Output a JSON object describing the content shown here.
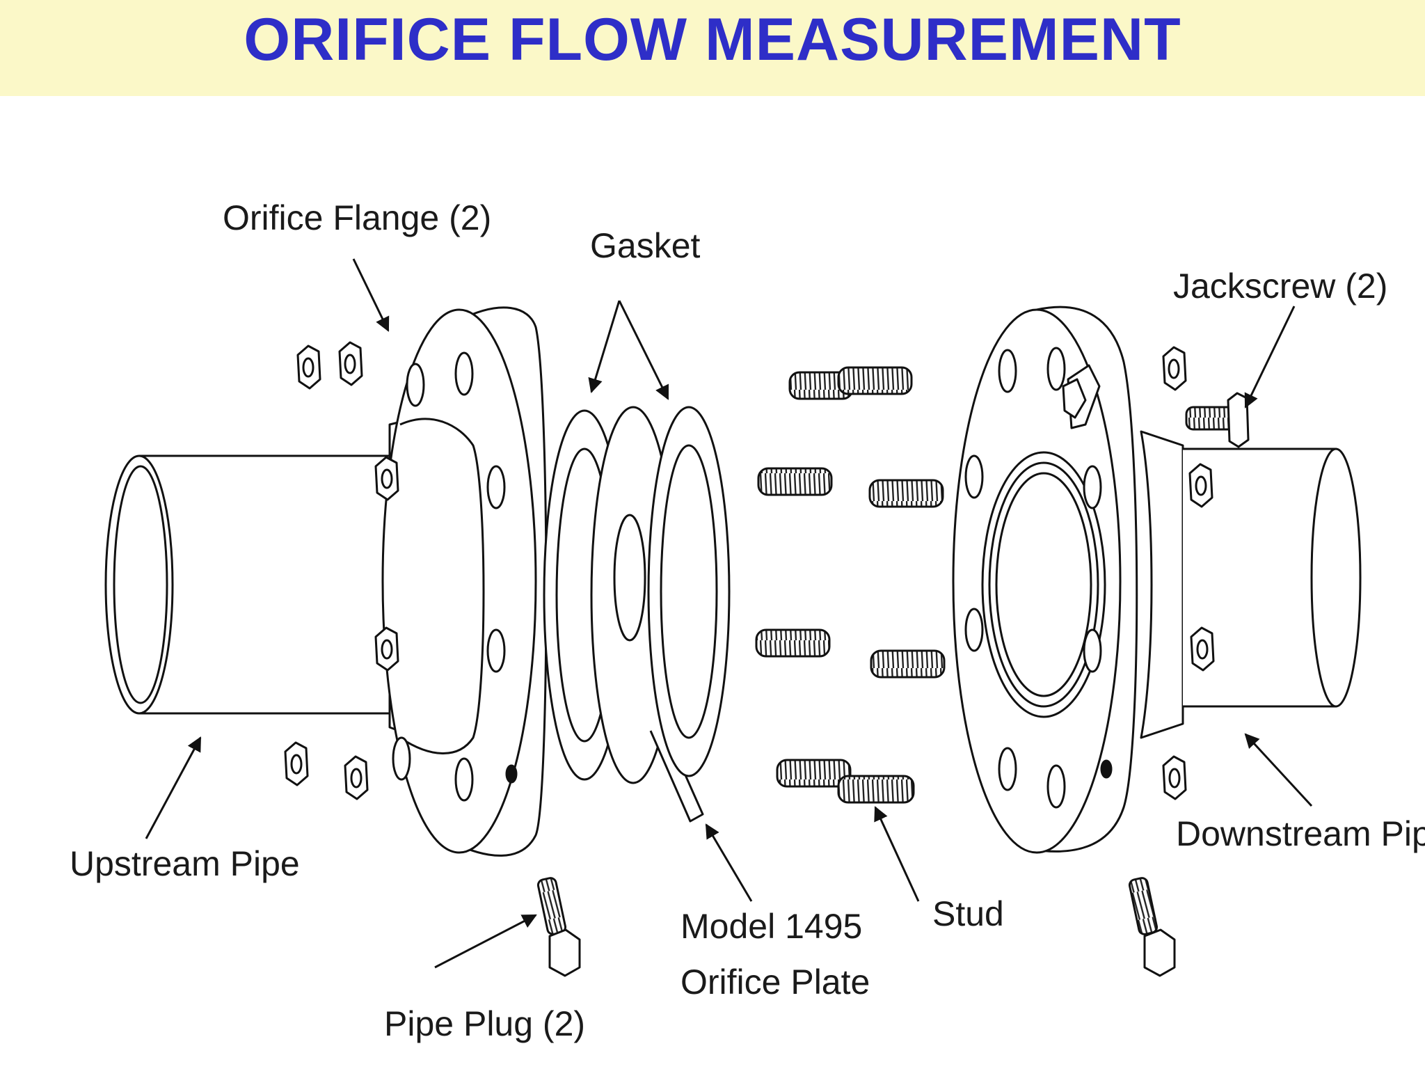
{
  "header": {
    "title": "ORIFICE FLOW MEASUREMENT",
    "background": "#fbf8c8",
    "title_color": "#2e2ec8"
  },
  "labels": {
    "orifice_flange": "Orifice Flange (2)",
    "gasket": "Gasket",
    "jackscrew": "Jackscrew (2)",
    "upstream_pipe": "Upstream Pipe",
    "pipe_plug": "Pipe Plug (2)",
    "orifice_plate_line1": "Model 1495",
    "orifice_plate_line2": "Orifice Plate",
    "stud": "Stud",
    "downstream_pipe": "Downstream Pipe"
  }
}
